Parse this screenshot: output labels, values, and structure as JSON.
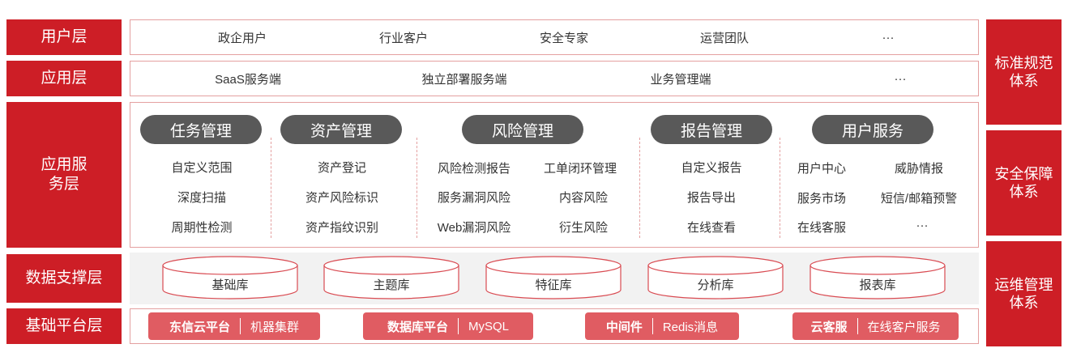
{
  "layers": {
    "user": "用户层",
    "app": "应用层",
    "service": "应用服务层",
    "data": "数据支撑层",
    "platform": "基础平台层"
  },
  "user_row": [
    "政企用户",
    "行业客户",
    "安全专家",
    "运营团队",
    "···"
  ],
  "app_row": [
    "SaaS服务端",
    "独立部署服务端",
    "业务管理端",
    "···"
  ],
  "service_groups": [
    {
      "title": "任务管理",
      "items": [
        "自定义范围",
        "深度扫描",
        "周期性检测"
      ]
    },
    {
      "title": "资产管理",
      "items": [
        "资产登记",
        "资产风险标识",
        "资产指纹识别"
      ]
    },
    {
      "title": "风险管理",
      "items": [
        "风险检测报告",
        "服务漏洞风险",
        "Web漏洞风险",
        "工单闭环管理",
        "内容风险",
        "衍生风险"
      ]
    },
    {
      "title": "报告管理",
      "items": [
        "自定义报告",
        "报告导出",
        "在线查看"
      ]
    },
    {
      "title": "用户服务",
      "items": [
        "用户中心",
        "服务市场",
        "在线客服",
        "威胁情报",
        "短信/邮箱预警",
        "···"
      ]
    }
  ],
  "databases": [
    "基础库",
    "主题库",
    "特征库",
    "分析库",
    "报表库"
  ],
  "platforms": [
    {
      "key": "东信云平台",
      "value": "机器集群"
    },
    {
      "key": "数据库平台",
      "value": "MySQL"
    },
    {
      "key": "中间件",
      "value": "Redis消息"
    },
    {
      "key": "云客服",
      "value": "在线客户服务"
    }
  ],
  "right_labels": [
    "标准规范\n体系",
    "安全保障\n体系",
    "运维管理\n体系"
  ],
  "colors": {
    "accent": "#cd1e26",
    "pill": "#595959",
    "platform": "#e05c62",
    "border": "#e4a0a0"
  }
}
